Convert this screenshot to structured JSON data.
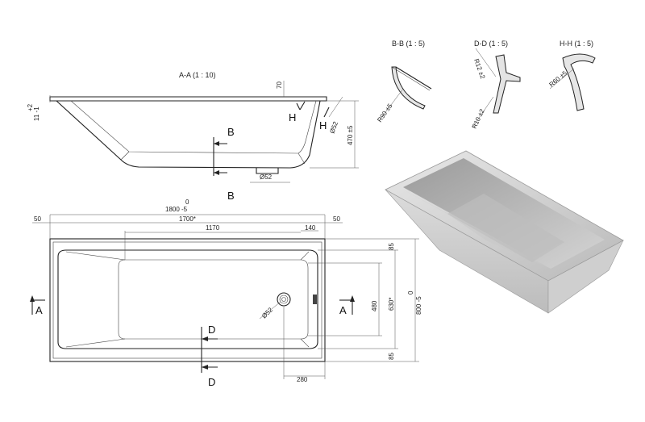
{
  "section_aa": {
    "title": "A-A  (1 : 10)",
    "dim_top": "70",
    "tol_top": "+2",
    "tol_left": "11 -1",
    "dim_depth": "470 ±5",
    "dia1": "Ø52",
    "dia2": "Ø52"
  },
  "markers": {
    "b": "B",
    "d": "D",
    "h": "H",
    "a": "A"
  },
  "section_bb": {
    "title": "B-B  (1 : 5)",
    "radius": "R90 ±5"
  },
  "section_dd": {
    "title": "D-D  (1 : 5)",
    "r1": "R12 ±2",
    "r2": "R10 ±2"
  },
  "section_hh": {
    "title": "H-H  (1 : 5)",
    "radius": "R60 ±5"
  },
  "plan": {
    "d_overall_zero": "0",
    "d_overall": "1800 -5",
    "d_inner": "1700*",
    "d_1170": "1170",
    "d_140": "140",
    "d_50_left": "50",
    "d_50_right": "50",
    "d_85_top": "85",
    "d_85_bot": "85",
    "d_480": "480",
    "d_630": "630*",
    "d_800_zero": "0",
    "d_800": "800 -5",
    "d_280": "280",
    "drain": "Ø52"
  }
}
